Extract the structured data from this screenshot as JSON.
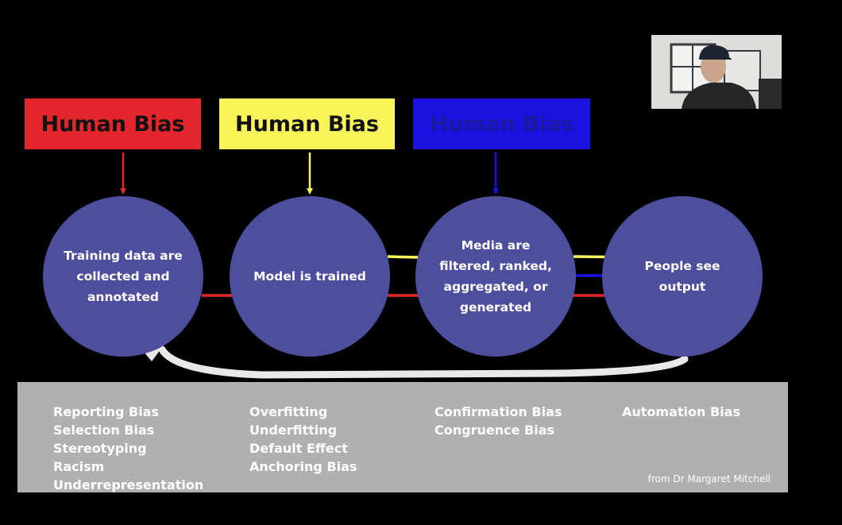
{
  "bias_boxes": [
    {
      "label": "Human Bias",
      "color": "#e3262b"
    },
    {
      "label": "Human Bias",
      "color": "#f8f45a"
    },
    {
      "label": "Human Bias",
      "color": "#1a12e0"
    }
  ],
  "circles": [
    {
      "text": "Training data are collected and annotated"
    },
    {
      "text": "Model is trained"
    },
    {
      "text": "Media are filtered, ranked, aggregated, or generated"
    },
    {
      "text": "People see output"
    }
  ],
  "bias_columns": [
    [
      "Reporting Bias",
      "Selection Bias",
      "Stereotyping",
      "Racism",
      "Underrepresentation"
    ],
    [
      "Overfitting",
      "Underfitting",
      "Default Effect",
      "Anchoring Bias"
    ],
    [
      "Confirmation Bias",
      "Congruence Bias"
    ],
    [
      "Automation Bias"
    ]
  ],
  "credit": "from Dr Margaret Mitchell",
  "colors": {
    "circle": "#4e4e9f",
    "arrow_red": "#e3262b",
    "arrow_yellow": "#f8f45a",
    "arrow_blue": "#1a12e0",
    "panel": "#b0b0b0",
    "background": "#000000"
  }
}
